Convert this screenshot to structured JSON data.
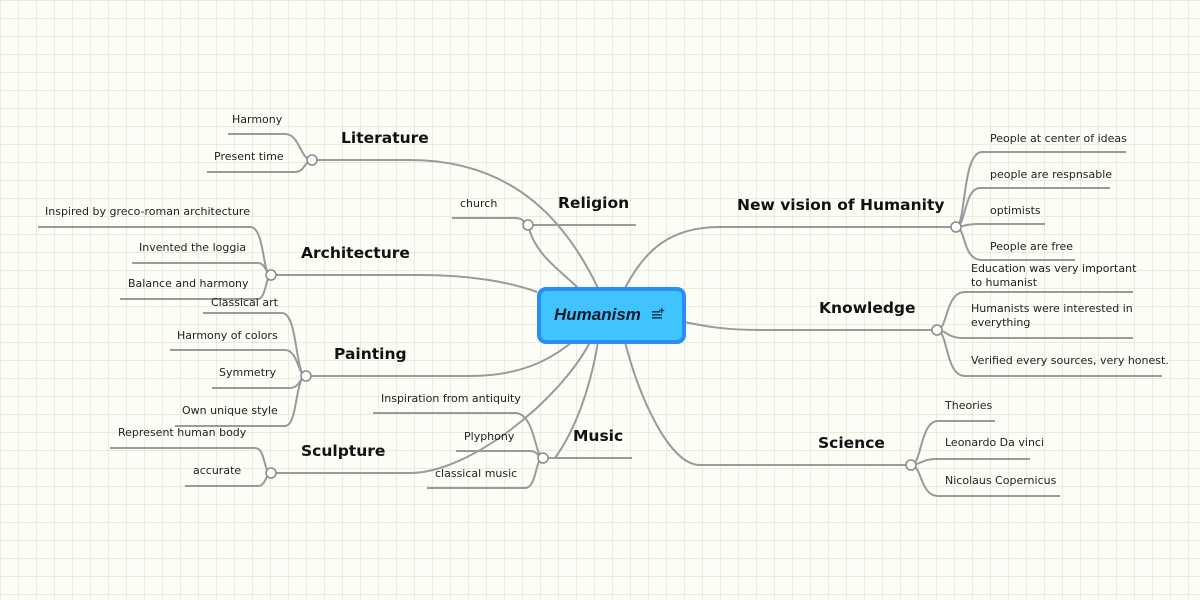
{
  "central": {
    "label": "Humanism",
    "icon": "note-icon"
  },
  "branches": {
    "literature": {
      "label": "Literature",
      "children": [
        "Harmony",
        "Present time"
      ]
    },
    "religion": {
      "label": "Religion",
      "children": [
        "church"
      ]
    },
    "architecture": {
      "label": "Architecture",
      "children": [
        "Inspired by greco-roman architecture",
        "Invented the loggia",
        "Balance and harmony"
      ]
    },
    "painting": {
      "label": "Painting",
      "children": [
        "Classical art",
        "Harmony of colors",
        "Symmetry",
        "Own unique style"
      ]
    },
    "sculpture": {
      "label": "Sculpture",
      "children": [
        "Represent human body",
        "accurate"
      ]
    },
    "music": {
      "label": "Music",
      "children": [
        "Inspiration from antiquity",
        "Plyphony",
        "classical music"
      ]
    },
    "new_vision": {
      "label": "New vision of Humanity",
      "children": [
        "People at center of ideas",
        "people are respnsable",
        "optimists",
        "People are free"
      ]
    },
    "knowledge": {
      "label": "Knowledge",
      "children": [
        [
          "Education was very important",
          "to humanist"
        ],
        [
          "Humanists were interested in",
          "everything"
        ],
        [
          "Verified every sources, very honest."
        ]
      ]
    },
    "science": {
      "label": "Science",
      "children": [
        "Theories",
        "Leonardo Da vinci",
        "Nicolaus Copernicus"
      ]
    }
  }
}
